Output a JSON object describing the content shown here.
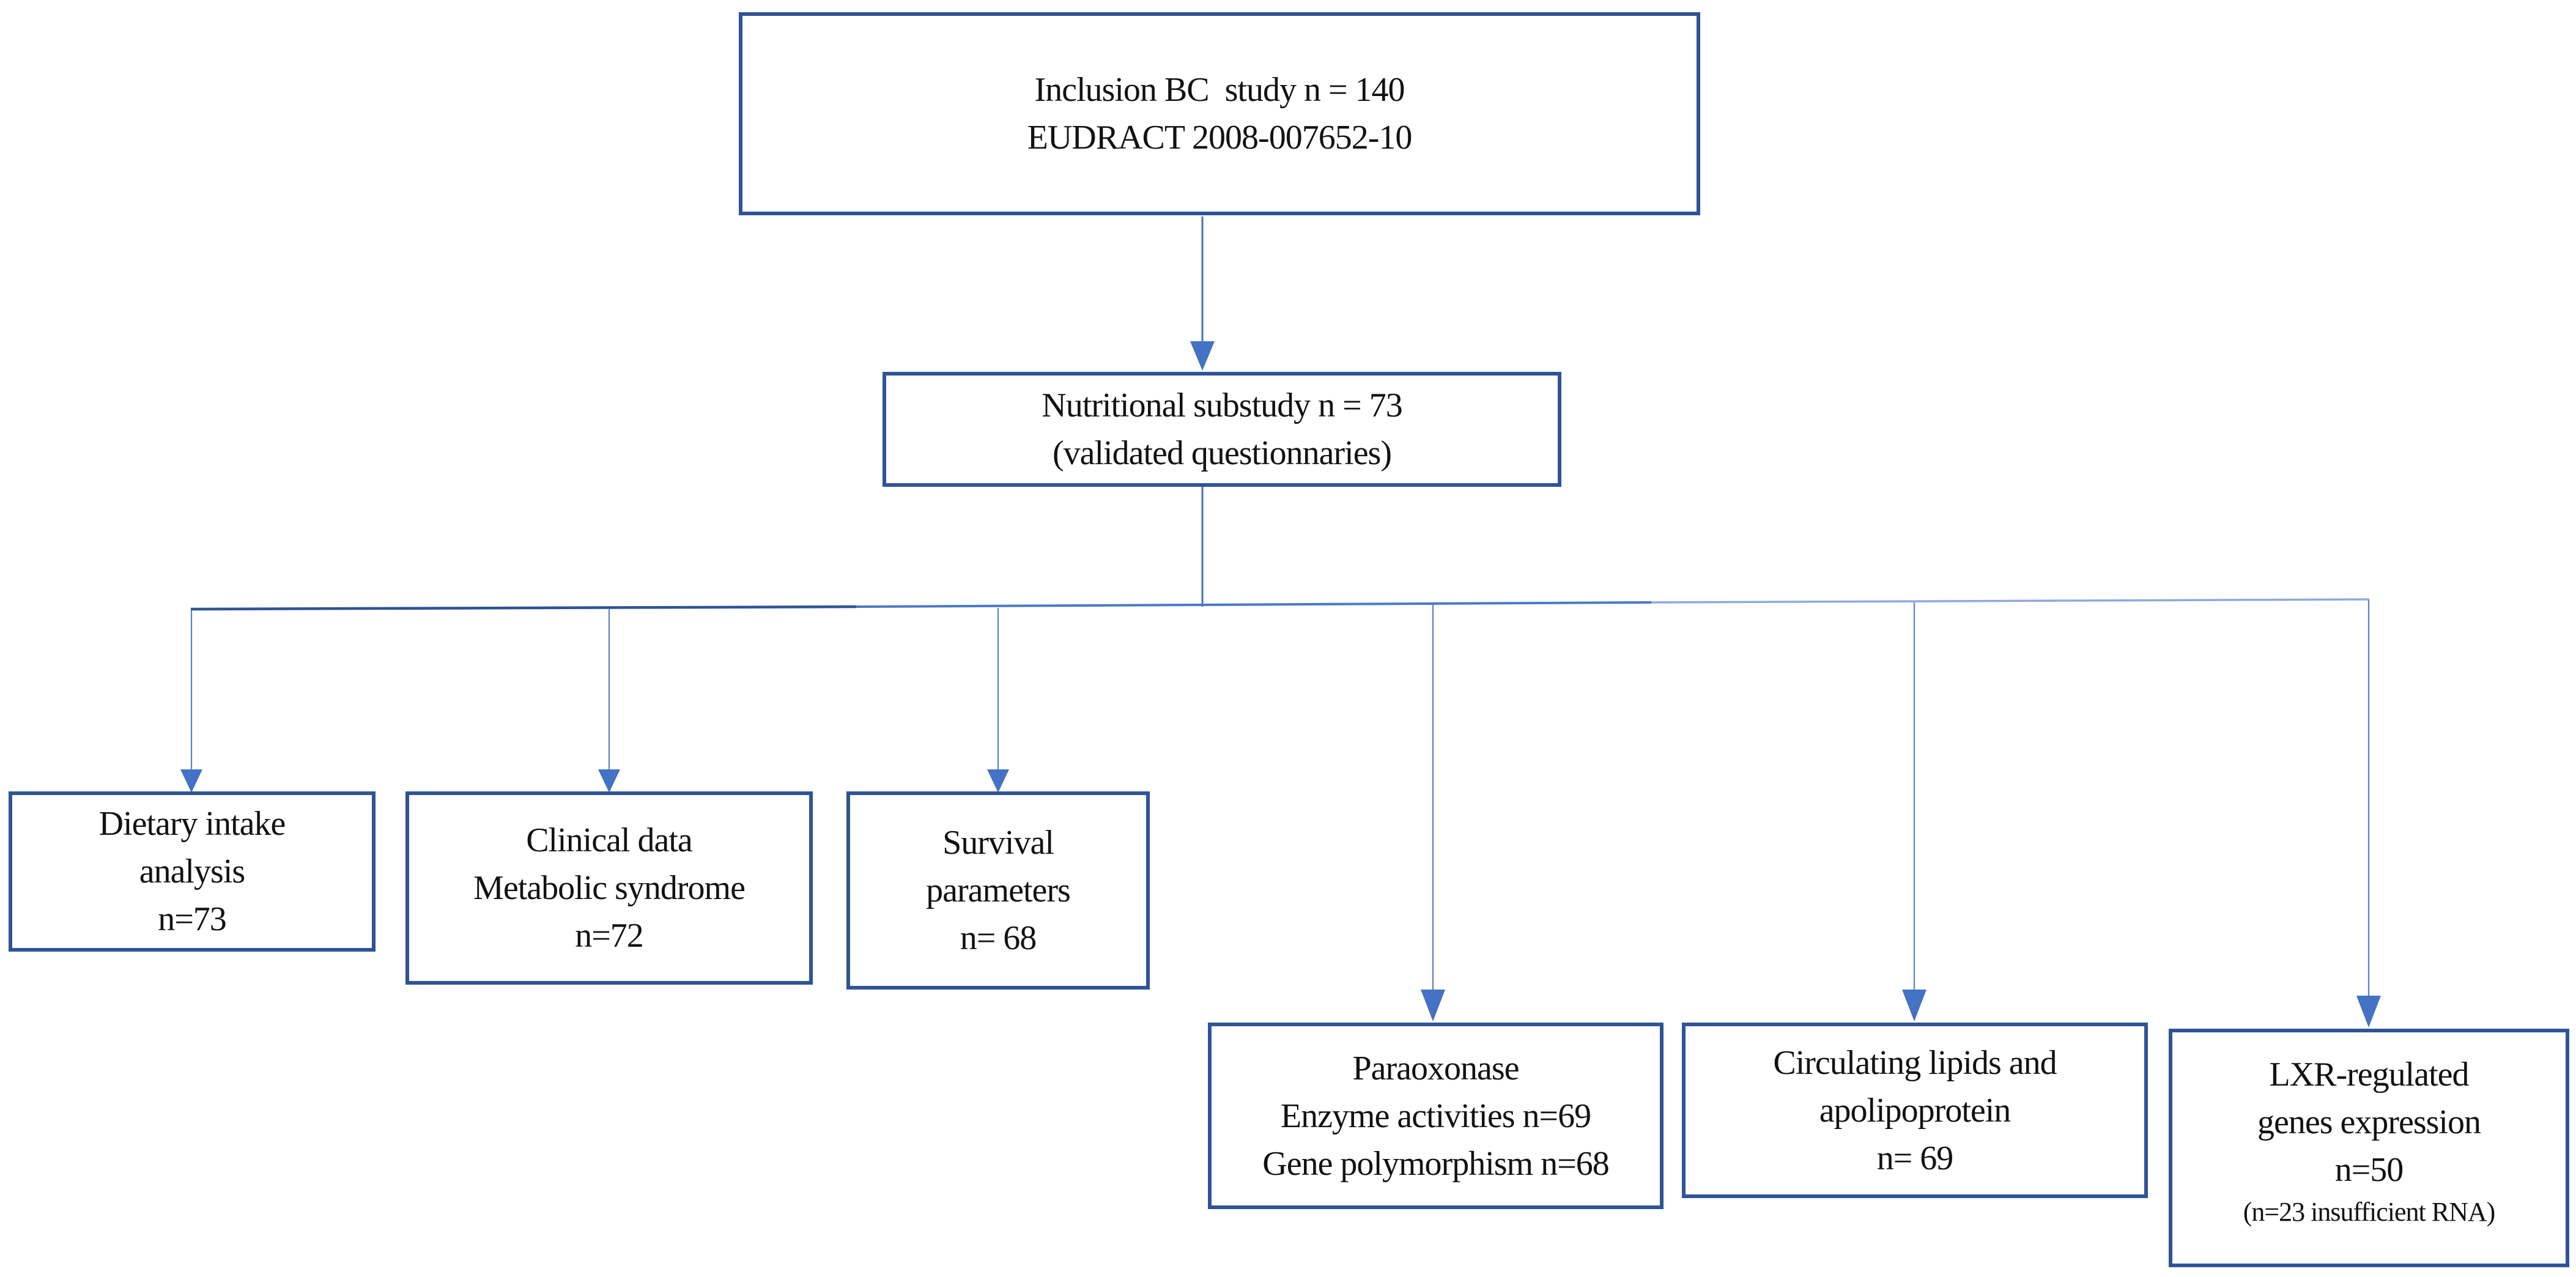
{
  "colors": {
    "box_border": "#2F5496",
    "connector": "#4472C4",
    "connector_light": "#5B83CC",
    "hline_left": "#2F5496",
    "hline_mid": "#4C79C8",
    "hline_right": "#8FA9DC"
  },
  "boxes": {
    "inclusion": {
      "lines": [
        "Inclusion BC  study n = 140",
        "EUDRACT 2008-007652-10"
      ]
    },
    "substudy": {
      "lines": [
        "Nutritional substudy n = 73",
        "(validated questionnaries)"
      ]
    },
    "dietary": {
      "lines": [
        "Dietary intake",
        "analysis",
        "n=73"
      ]
    },
    "clinical": {
      "lines": [
        "Clinical data",
        "Metabolic syndrome",
        "n=72"
      ]
    },
    "survival": {
      "lines": [
        "Survival",
        "parameters",
        "n= 68"
      ]
    },
    "paraoxonase": {
      "lines": [
        "Paraoxonase",
        "Enzyme activities n=69",
        "Gene polymorphism n=68"
      ]
    },
    "lipids": {
      "lines": [
        "Circulating lipids and",
        "apolipoprotein",
        "n= 69"
      ]
    },
    "lxr": {
      "lines": [
        "LXR-regulated",
        "genes expression",
        "n=50"
      ],
      "note": "(n=23 insufficient RNA)"
    }
  }
}
